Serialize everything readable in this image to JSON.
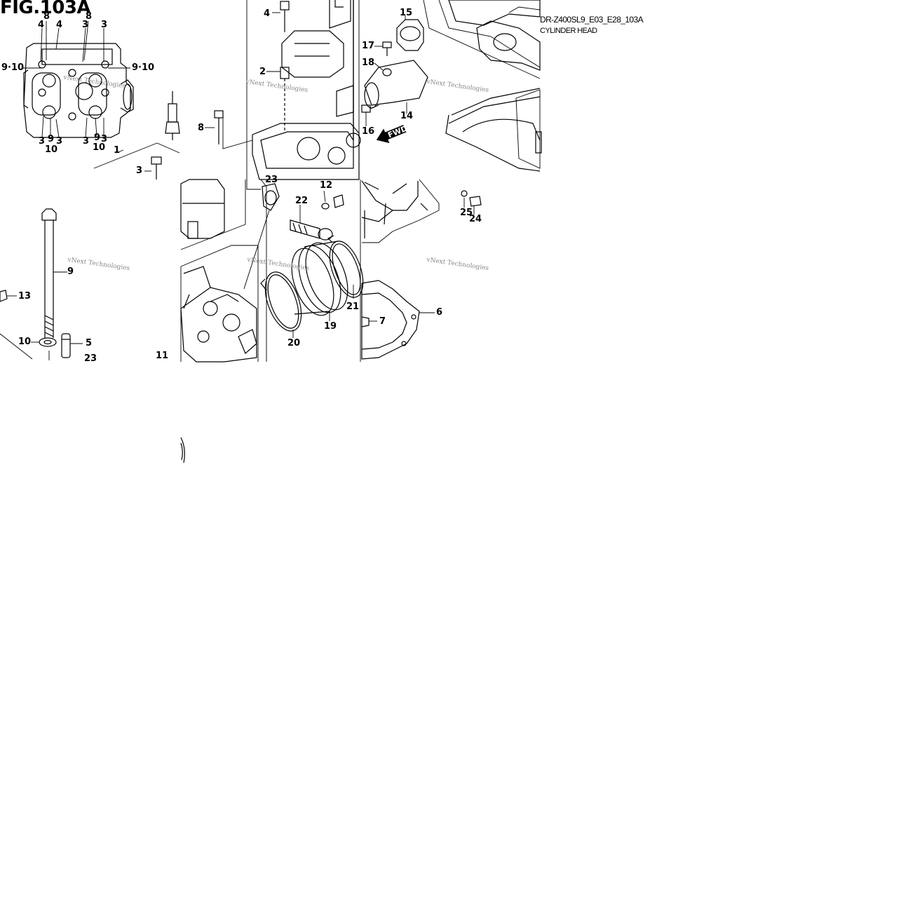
{
  "figure": {
    "title": "FIG.103A",
    "model_code": "DR-Z400SL9_E03_E28_103A",
    "name": "CYLINDER HEAD",
    "watermark": "vNext Technologies",
    "fwd_label": "FWD"
  },
  "callouts": {
    "c1": "1",
    "c2": "2",
    "c3": "3",
    "c4": "4",
    "c5": "5",
    "c6": "6",
    "c7": "7",
    "c8": "8",
    "c9": "9",
    "c10": "10",
    "c11": "11",
    "c12": "12",
    "c13": "13",
    "c14": "14",
    "c15": "15",
    "c16": "16",
    "c17": "17",
    "c18": "18",
    "c19": "19",
    "c20": "20",
    "c21": "21",
    "c22": "22",
    "c23": "23",
    "c24": "24",
    "c25": "25",
    "c9_10": "9·10"
  }
}
